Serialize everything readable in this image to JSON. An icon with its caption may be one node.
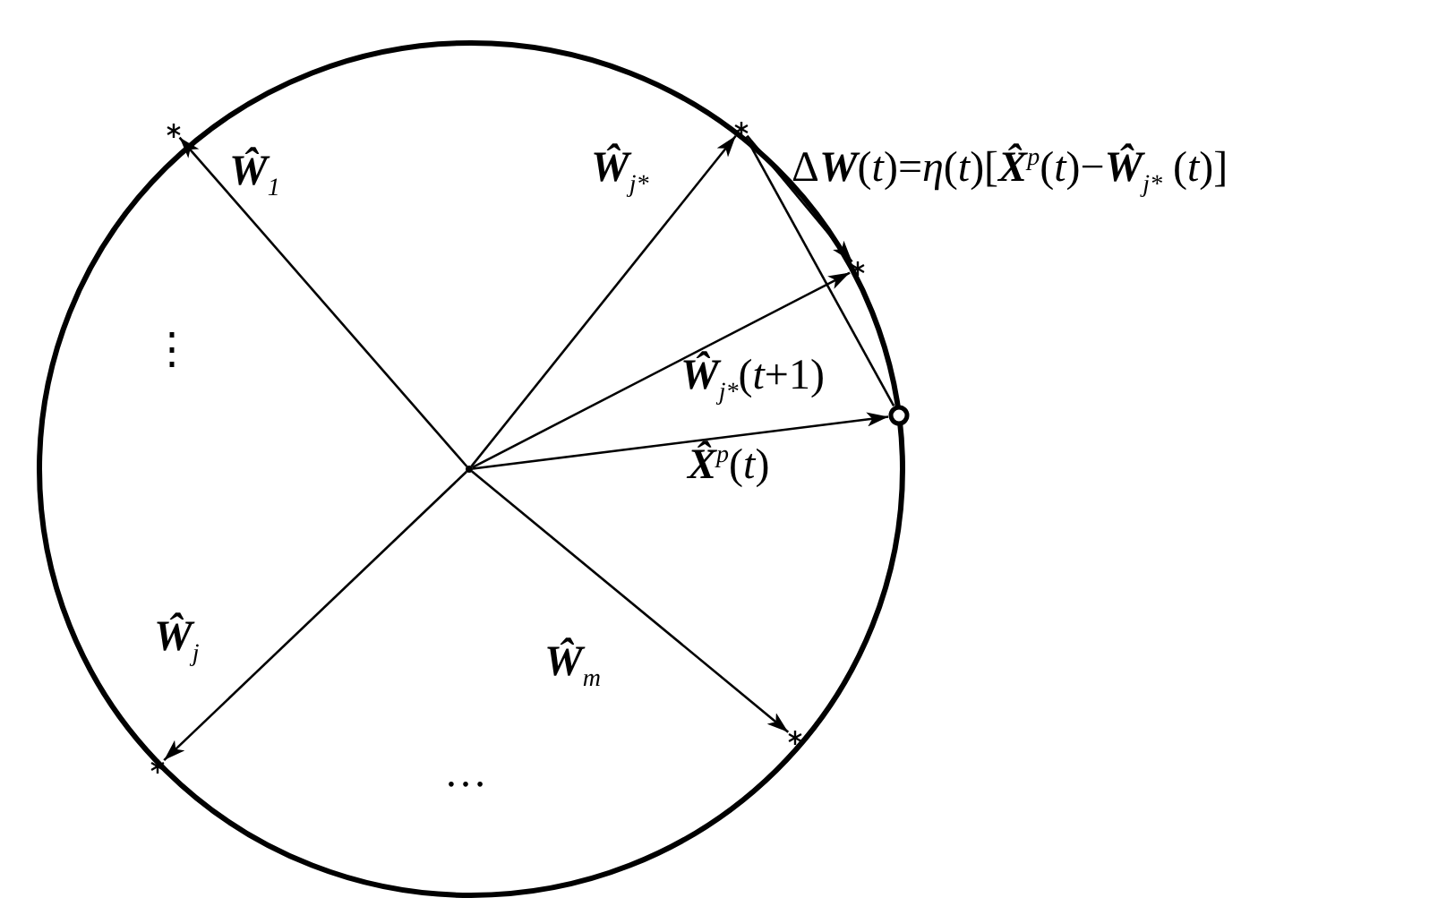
{
  "diagram": {
    "nodes": [
      {
        "text": [],
        "shape": "point"
      },
      {
        "text": [],
        "shape": "star"
      },
      {
        "text": [],
        "shape": "star"
      },
      {
        "text": [],
        "shape": "star"
      },
      {
        "text": [],
        "shape": "circle"
      },
      {
        "text": [],
        "shape": "star"
      },
      {
        "text": [],
        "shape": "star"
      }
    ],
    "edges": [
      {
        "from": 0,
        "to": 1,
        "arrow": "to"
      },
      {
        "from": 0,
        "to": 2,
        "arrow": "to"
      },
      {
        "from": 0,
        "to": 3,
        "arrow": "to"
      },
      {
        "from": 0,
        "to": 4,
        "arrow": "to"
      },
      {
        "from": 0,
        "to": 5,
        "arrow": "to"
      },
      {
        "from": 0,
        "to": 6,
        "arrow": "to"
      },
      {
        "from": 2,
        "to": 3,
        "arrow": "to"
      },
      {
        "from": 2,
        "to": 4,
        "arrow": "none"
      }
    ],
    "labels": [
      "**Ŵ**$_{1}$",
      "**Ŵ**$_{j*}$",
      "Δ**W**(*t*)=*η*(*t*)[**X̂**$^{p}$(*t*)−**Ŵ**$_{j*}$ (*t*)]",
      "⋮",
      "**Ŵ**$_{j*}$(*t*+1)",
      "**X̂**$^{p}$(*t*)",
      "**Ŵ**$_{j}$",
      "**Ŵ**$_{m}$",
      "…"
    ]
  }
}
